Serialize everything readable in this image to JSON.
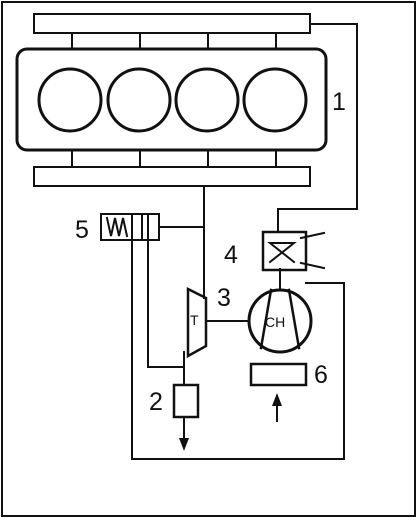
{
  "diagram": {
    "colors": {
      "line": "#111111",
      "background": "#ffffff"
    },
    "labels": {
      "engine": "1",
      "filter": "2",
      "shaft": "3",
      "intercooler": "4",
      "wastegate": "5",
      "intake_box": "6"
    },
    "turbine_symbol": "T",
    "compressor_symbol": "CH"
  }
}
